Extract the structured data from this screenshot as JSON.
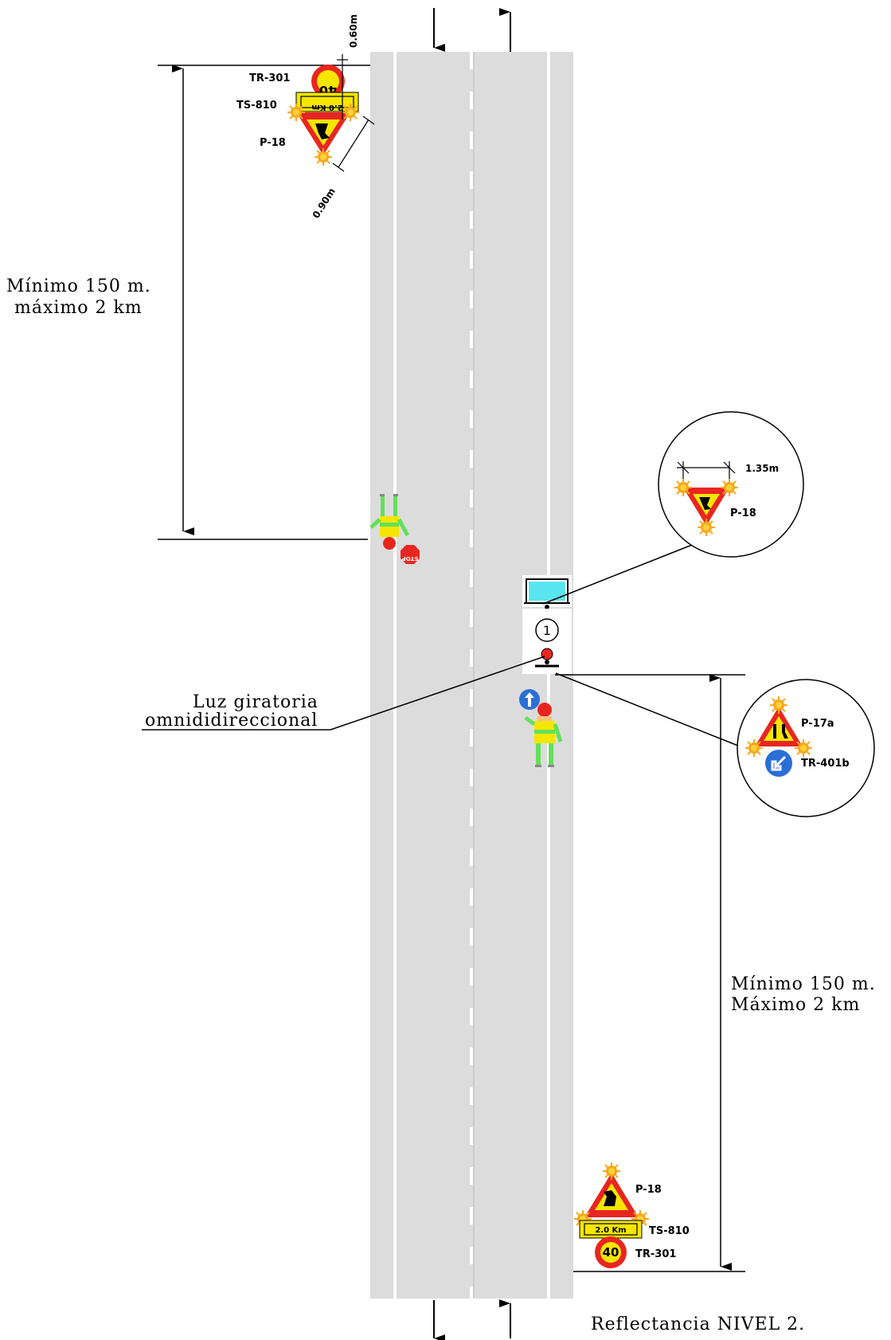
{
  "labels": {
    "top_distance_line1": "Mínimo 150 m.",
    "top_distance_line2": "máximo 2 km",
    "bottom_distance_line1": "Mínimo 150 m.",
    "bottom_distance_line2": "Máximo 2 km",
    "beacon_line1": "Luz giratoria",
    "beacon_line2": "omnididireccional",
    "reflectance": "Reflectancia NIVEL 2."
  },
  "top_group": {
    "tr301": "TR-301",
    "ts810": "TS-810",
    "p18": "P-18",
    "dim_060": "0.60m",
    "dim_090": "0.90m",
    "speed": "40",
    "plate_text": "2.0 Km"
  },
  "detail_top": {
    "dim_135": "1.35m",
    "p18": "P-18"
  },
  "detail_bottom": {
    "p17a": "P-17a",
    "tr401b": "TR-401b"
  },
  "bottom_group": {
    "p18": "P-18",
    "ts810": "TS-810",
    "tr301": "TR-301",
    "speed": "40",
    "plate_text": "2.0 Km"
  },
  "vehicle": {
    "number": "1"
  },
  "flagger": {
    "stop_text": "STOP"
  },
  "colors": {
    "road": "#dcdcdc",
    "sign_red": "#e8261f",
    "sign_yellow": "#f5e600",
    "flash_orange": "#f7a81b",
    "vest_green": "#63e05a",
    "blue": "#2a6fd6",
    "cab_cyan": "#59e5f0"
  }
}
